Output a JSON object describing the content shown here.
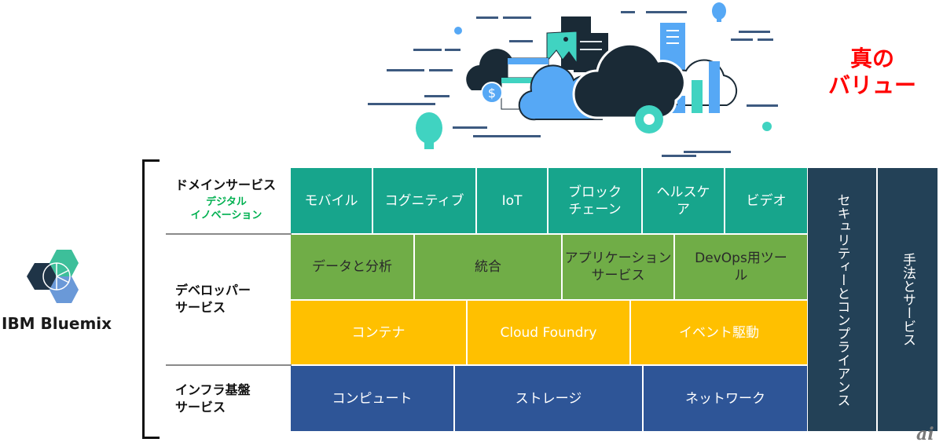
{
  "brand": {
    "name": "IBM Bluemix",
    "logo_icon": "bluemix-hexagon-logo-icon"
  },
  "hero": {
    "illustration_icon": "cloud-services-illustration-icon",
    "value_text": "真の\nバリュー",
    "value_color": "#ff0000"
  },
  "rows": [
    {
      "label": "ドメインサービス",
      "sublabel": "デジタル\nイノベーション",
      "sublabel_color": "#00b050",
      "layers": [
        {
          "color": "#17a58c",
          "cells": [
            "モバイル",
            "コグニティブ",
            "IoT",
            "ブロック\nチェーン",
            "ヘルスケ\nア",
            "ビデオ"
          ]
        }
      ]
    },
    {
      "label": "デベロッパー\nサービス",
      "layers": [
        {
          "color": "#70ad47",
          "cells": [
            "データと分析",
            "統合",
            "アプリケーション\nサービス",
            "DevOps用ツー\nル"
          ]
        },
        {
          "color": "#ffc000",
          "cells": [
            "コンテナ",
            "Cloud Foundry",
            "イベント駆動"
          ]
        }
      ]
    },
    {
      "label": "インフラ基盤\nサービス",
      "layers": [
        {
          "color": "#2e5597",
          "cells": [
            "コンピュート",
            "ストレージ",
            "ネットワーク"
          ]
        }
      ]
    }
  ],
  "side_columns": [
    {
      "label": "セキュリティーとコンプライアンス",
      "color": "#234157"
    },
    {
      "label": "手法とサービス",
      "color": "#234157"
    }
  ],
  "watermark": "ai"
}
